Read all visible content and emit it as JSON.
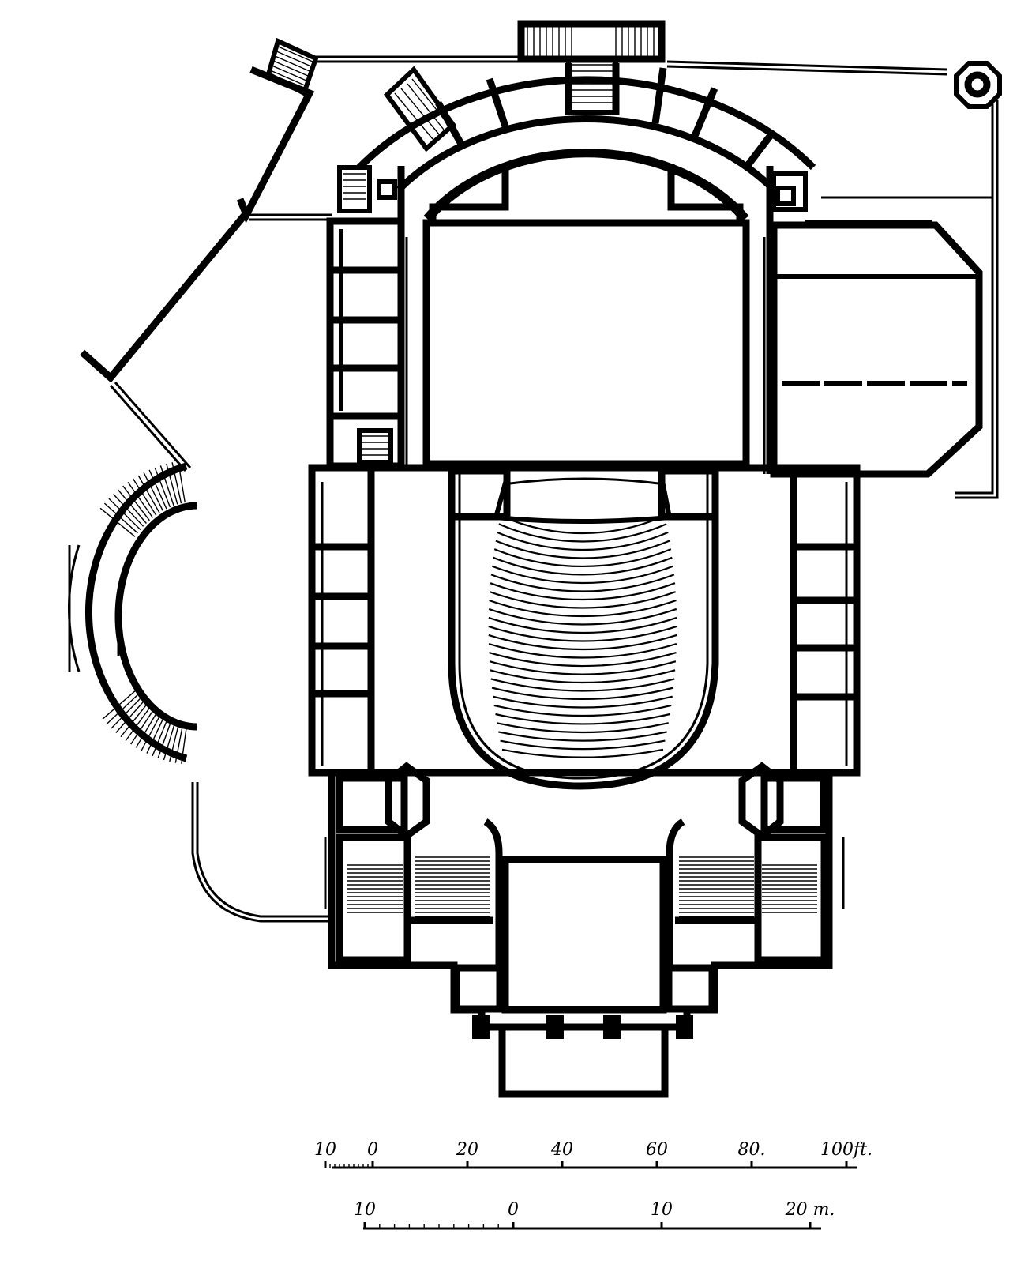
{
  "colors": {
    "ink": "#000000",
    "paper": "#ffffff"
  },
  "scale_feet": {
    "ticks": [
      {
        "value": -10,
        "label": "10"
      },
      {
        "value": 0,
        "label": "0"
      },
      {
        "value": 20,
        "label": "20"
      },
      {
        "value": 40,
        "label": "40"
      },
      {
        "value": 60,
        "label": "60"
      },
      {
        "value": 80,
        "label": "80."
      },
      {
        "value": 100,
        "label": "100ft."
      }
    ]
  },
  "scale_meters": {
    "ticks": [
      {
        "value": -10,
        "label": "10"
      },
      {
        "value": 0,
        "label": "0"
      },
      {
        "value": 10,
        "label": "10"
      },
      {
        "value": 20,
        "label": "20 m."
      }
    ]
  }
}
